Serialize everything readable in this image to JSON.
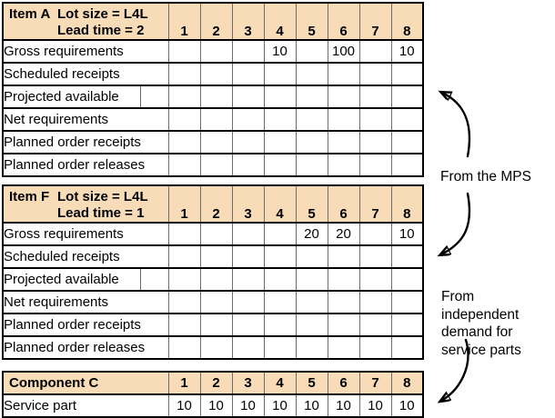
{
  "colors": {
    "header_bg": "#F8DCB8",
    "outer_border": "#000000",
    "grid_line": "#6e6e6e",
    "background": "#ffffff",
    "text": "#000000"
  },
  "periods": [
    "1",
    "2",
    "3",
    "4",
    "5",
    "6",
    "7",
    "8"
  ],
  "tables": [
    {
      "id": "item-a",
      "title": "Item A",
      "info_lines": [
        "Lot size = L4L",
        "Lead time = 2"
      ],
      "rows": [
        {
          "label": "Gross requirements",
          "values": [
            "",
            "",
            "",
            "10",
            "",
            "100",
            "",
            "10"
          ]
        },
        {
          "label": "Scheduled receipts",
          "values": [
            "",
            "",
            "",
            "",
            "",
            "",
            "",
            ""
          ]
        },
        {
          "label": "Projected available",
          "onhand_cell": true,
          "onhand": "",
          "values": [
            "",
            "",
            "",
            "",
            "",
            "",
            "",
            ""
          ]
        },
        {
          "label": "Net requirements",
          "values": [
            "",
            "",
            "",
            "",
            "",
            "",
            "",
            ""
          ]
        },
        {
          "label": "Planned order receipts",
          "values": [
            "",
            "",
            "",
            "",
            "",
            "",
            "",
            ""
          ]
        },
        {
          "label": "Planned order releases",
          "values": [
            "",
            "",
            "",
            "",
            "",
            "",
            "",
            ""
          ]
        }
      ]
    },
    {
      "id": "item-f",
      "title": "Item F",
      "info_lines": [
        "Lot size = L4L",
        "Lead time = 1"
      ],
      "rows": [
        {
          "label": "Gross requirements",
          "values": [
            "",
            "",
            "",
            "",
            "20",
            "20",
            "",
            "10"
          ]
        },
        {
          "label": "Scheduled receipts",
          "values": [
            "",
            "",
            "",
            "",
            "",
            "",
            "",
            ""
          ]
        },
        {
          "label": "Projected available",
          "onhand_cell": true,
          "onhand": "",
          "values": [
            "",
            "",
            "",
            "",
            "",
            "",
            "",
            ""
          ]
        },
        {
          "label": "Net requirements",
          "values": [
            "",
            "",
            "",
            "",
            "",
            "",
            "",
            ""
          ]
        },
        {
          "label": "Planned order receipts",
          "values": [
            "",
            "",
            "",
            "",
            "",
            "",
            "",
            ""
          ]
        },
        {
          "label": "Planned order releases",
          "values": [
            "",
            "",
            "",
            "",
            "",
            "",
            "",
            ""
          ]
        }
      ]
    },
    {
      "id": "component-c",
      "title": "Component C",
      "rows": [
        {
          "label": "Service part",
          "values": [
            "10",
            "10",
            "10",
            "10",
            "10",
            "10",
            "10",
            "10"
          ]
        }
      ]
    }
  ],
  "annotations": {
    "mps": {
      "text": "From the MPS"
    },
    "service": {
      "text": "From independent\ndemand for\nservice parts"
    }
  }
}
